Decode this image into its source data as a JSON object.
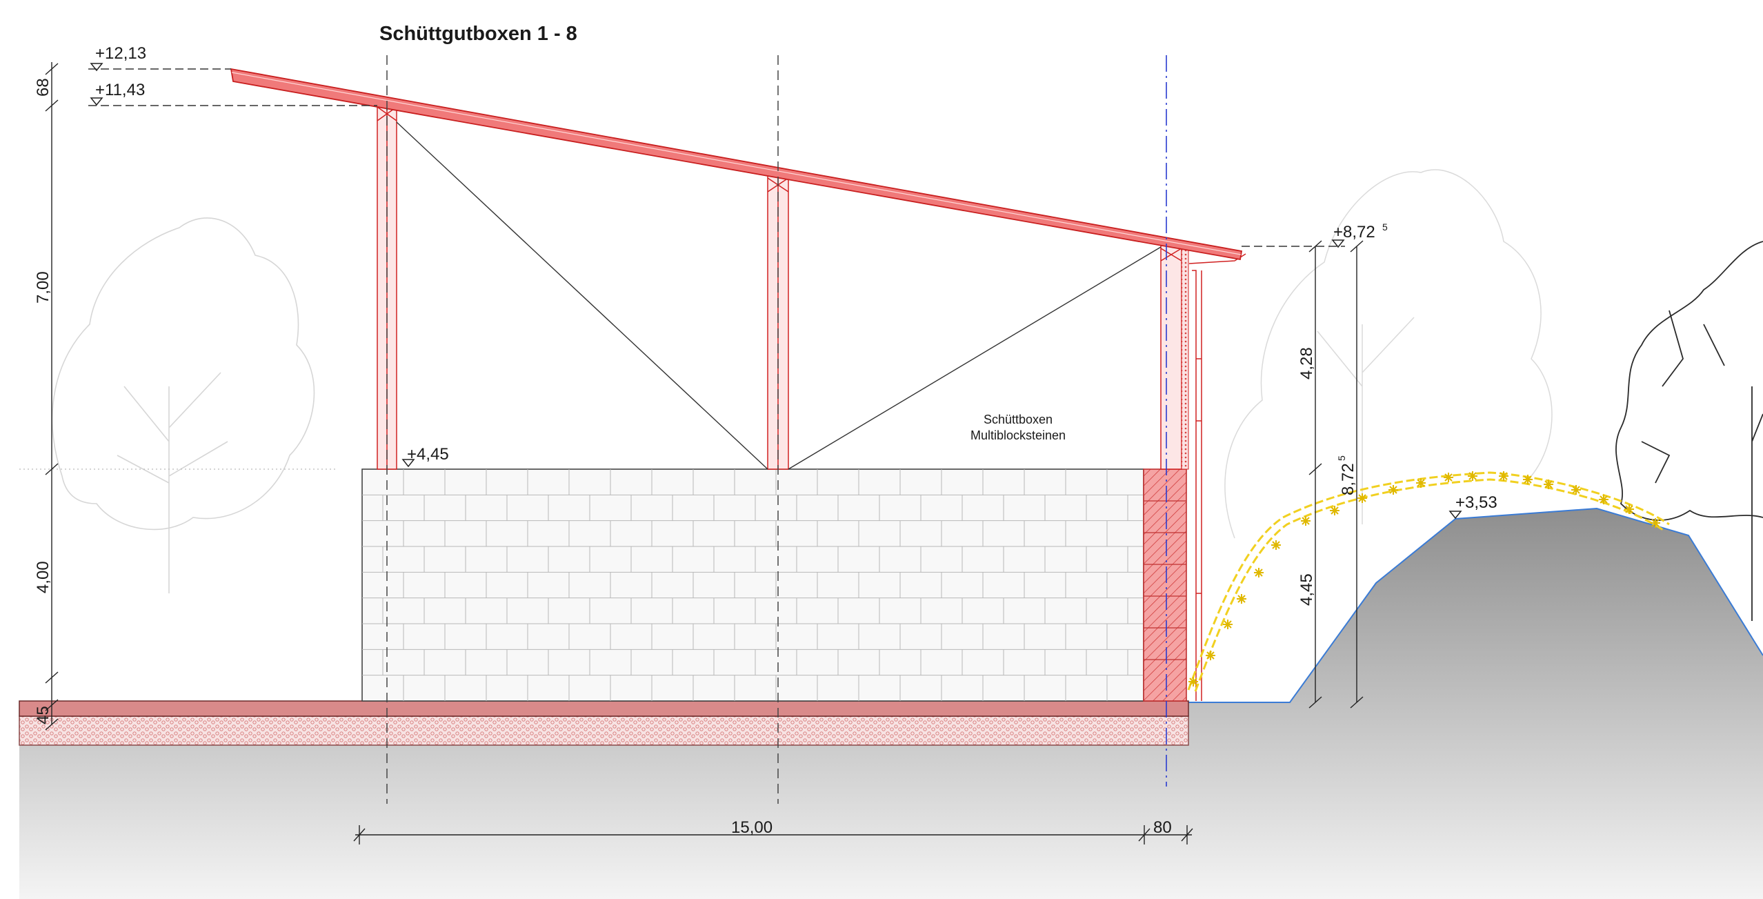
{
  "title": "Schüttgutboxen 1 - 8",
  "levels": {
    "top": "+12,13",
    "rafter": "+11,43",
    "eave_main": "+8,72",
    "eave_sup": "5",
    "wall": "+4,45",
    "berm": "+3,53"
  },
  "dims_left": {
    "d1": "68",
    "d2": "7,00",
    "d3": "4,00",
    "d4": "45"
  },
  "dims_right": {
    "d1": "4,28",
    "d2": "4,45",
    "d3_main": "8,72",
    "d3_sup": "5"
  },
  "dims_bottom": {
    "span": "15,00",
    "end": "80"
  },
  "label": {
    "line1": "Schüttboxen",
    "line2": "Multiblocksteinen"
  },
  "colors": {
    "roof": "#f07a7a",
    "roof_stroke": "#d02020",
    "slab": "#d98080",
    "gravel": "#f6dede",
    "ground_top": "#8f8f8f",
    "ground_bottom": "#f2f2f2",
    "hedge": "#f2d22a",
    "axis": "#2a3cd0",
    "tree": "#d4d4d4"
  }
}
